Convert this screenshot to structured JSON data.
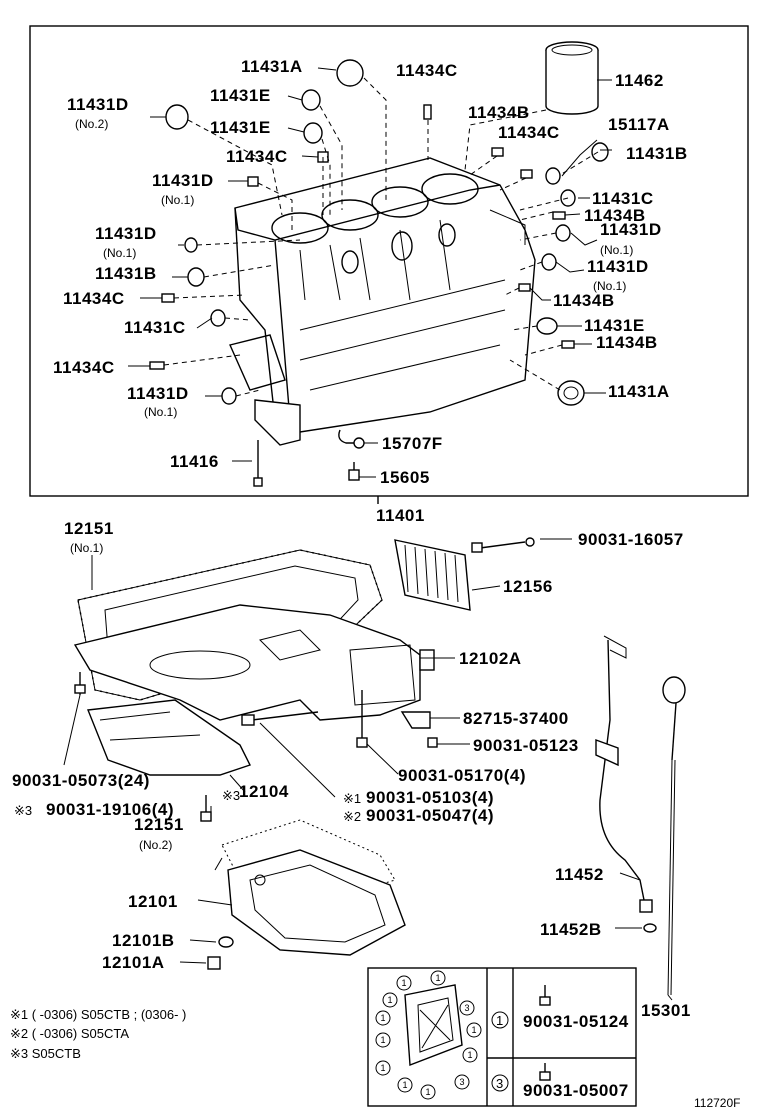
{
  "block_frame": {
    "assembly_part": "11401"
  },
  "labels": {
    "l1": "11431A",
    "l2": "11434C",
    "l3": "11462",
    "l4": "11431D",
    "l4s": "(No.2)",
    "l5": "11431E",
    "l6": "11434B",
    "l7": "11434C",
    "l8": "15117A",
    "l9": "11431E",
    "l10": "11431B",
    "l11": "11434C",
    "l12": "11431D",
    "l12s": "(No.1)",
    "l13": "11431C",
    "l14": "11434B",
    "l15": "11431D",
    "l15s": "(No.1)",
    "l16": "11431D",
    "l16s": "(No.1)",
    "l17": "11431B",
    "l18": "11431D",
    "l18s": "(No.1)",
    "l19": "11434C",
    "l20": "11434B",
    "l21": "11431C",
    "l22": "11431E",
    "l23": "11434B",
    "l24": "11434C",
    "l25": "11431A",
    "l26": "11431D",
    "l26s": "(No.1)",
    "l27": "15707F",
    "l28": "11416",
    "l29": "15605",
    "l30": "12151",
    "l30s": "(No.1)",
    "l31": "90031-16057",
    "l32": "12156",
    "l33": "12102A",
    "l34": "82715-37400",
    "l35": "90031-05123",
    "l36": "90031-05073(24)",
    "l37": "12104",
    "l38": "90031-05170(4)",
    "l39": "90031-05103(4)",
    "l40": "90031-05047(4)",
    "l41": "90031-19106(4)",
    "l42": "12151",
    "l42s": "(No.2)",
    "l43": "12101",
    "l44": "11452",
    "l45": "12101B",
    "l46": "11452B",
    "l47": "12101A",
    "l48": "15301"
  },
  "marks": {
    "m1": "※1",
    "m2": "※2",
    "m3": "※3",
    "m3b": "※3"
  },
  "notes": {
    "n1": "※1 (        -0306) S05CTB ; (0306-        )",
    "n2": "※2 (        -0306) S05CTA",
    "n3": "※3 S05CTB"
  },
  "legend_table": {
    "row1": {
      "key": "1",
      "part": "90031-05124"
    },
    "row2": {
      "key": "3",
      "part": "90031-05007"
    }
  },
  "figure_id": "112720F"
}
